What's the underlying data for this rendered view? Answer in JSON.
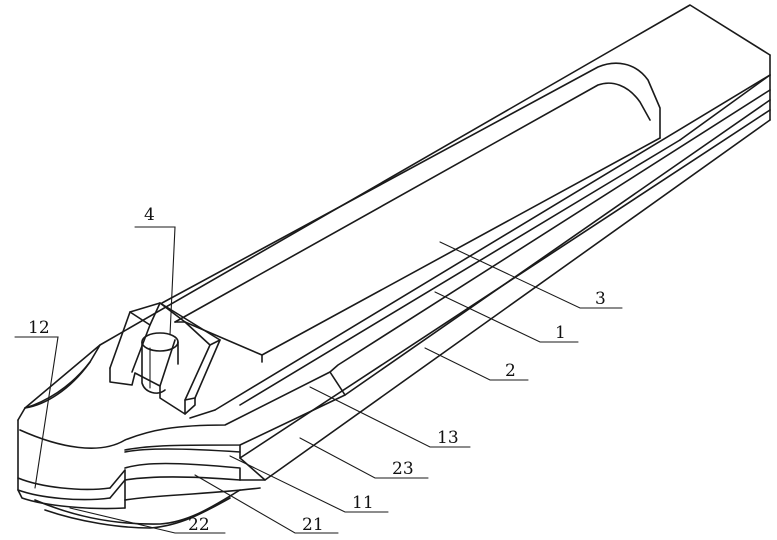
{
  "labels": [
    {
      "id": "4",
      "text": "4"
    },
    {
      "id": "12",
      "text": "12"
    },
    {
      "id": "3",
      "text": "3"
    },
    {
      "id": "1",
      "text": "1"
    },
    {
      "id": "2",
      "text": "2"
    },
    {
      "id": "13",
      "text": "13"
    },
    {
      "id": "23",
      "text": "23"
    },
    {
      "id": "11",
      "text": "11"
    },
    {
      "id": "21",
      "text": "21"
    },
    {
      "id": "22",
      "text": "22"
    }
  ]
}
